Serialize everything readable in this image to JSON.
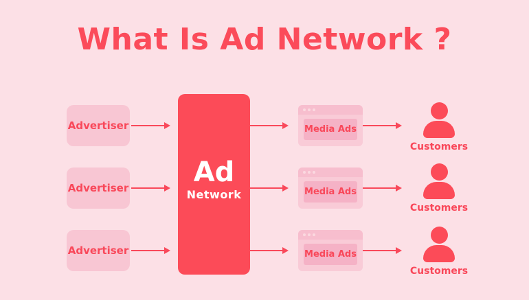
{
  "title": "What Is Ad Network ?",
  "ad_network": {
    "line1": "Ad",
    "line2": "Network"
  },
  "rows": [
    {
      "advertiser": "Advertiser",
      "media": "Media Ads",
      "customer": "Customers"
    },
    {
      "advertiser": "Advertiser",
      "media": "Media Ads",
      "customer": "Customers"
    },
    {
      "advertiser": "Advertiser",
      "media": "Media Ads",
      "customer": "Customers"
    }
  ],
  "colors": {
    "background": "#FCE0E6",
    "accent": "#FC4B58",
    "box_pink": "#F8C6D3",
    "window_body": "#F9CBD7",
    "window_bar": "#F7BECE",
    "window_inner": "#F5B2C6",
    "window_dot": "#FBD9E0",
    "text_red": "#F9485A",
    "title_red": "#FB4B5A"
  }
}
